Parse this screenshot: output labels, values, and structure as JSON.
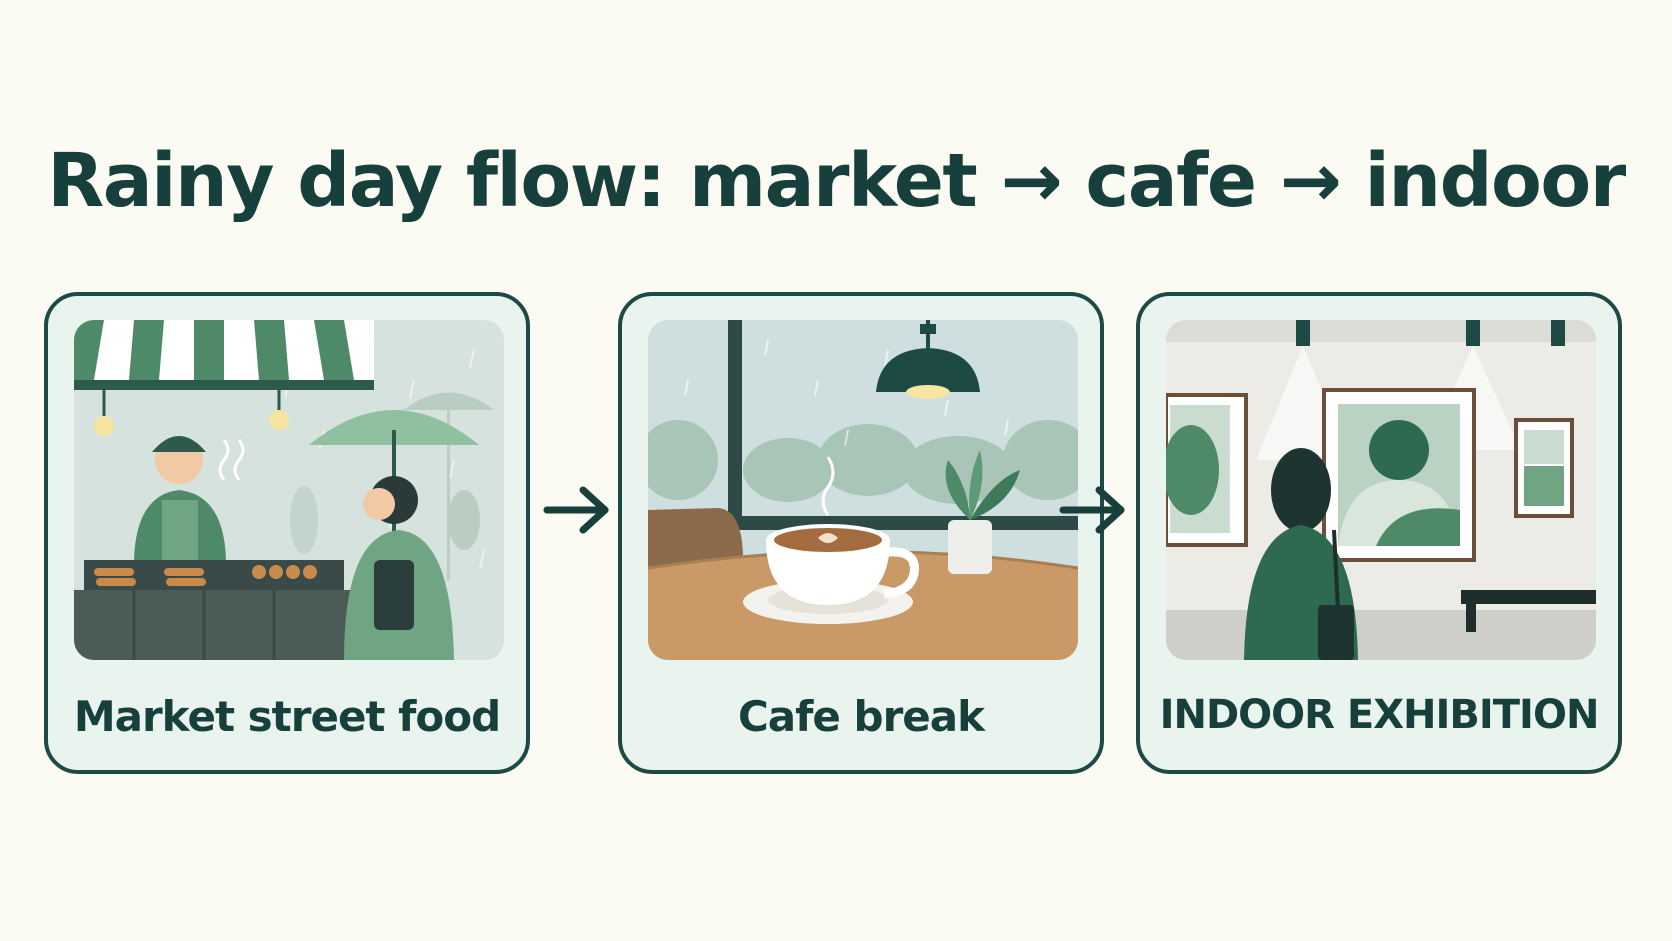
{
  "title": "Rainy day flow: market → cafe → indoor",
  "steps": [
    {
      "label": "Market street food",
      "icon": "market-stall-illustration"
    },
    {
      "label": "Cafe break",
      "icon": "latte-cup-illustration"
    },
    {
      "label": "INDOOR EXHIBITION",
      "icon": "gallery-visitor-illustration"
    }
  ],
  "connector_icon": "arrow-right-icon",
  "colors": {
    "background": "#fbfaf3",
    "text": "#173f3c",
    "card_border": "#1d4a44",
    "card_fill": "#eaf4ee",
    "accent_green": "#4f8a68"
  }
}
